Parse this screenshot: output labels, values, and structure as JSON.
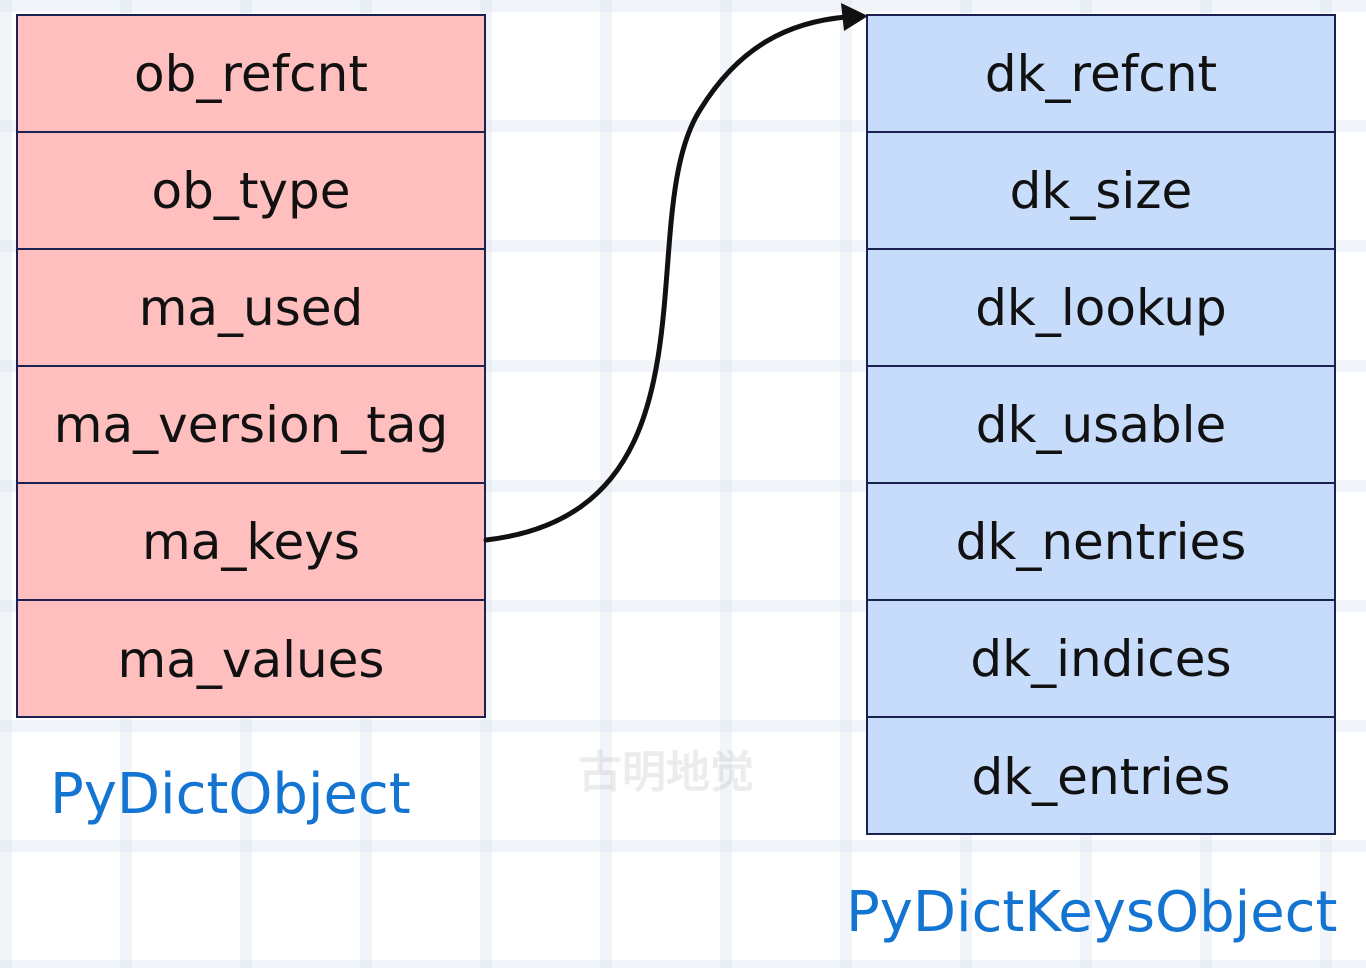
{
  "py_dict_object": {
    "label": "PyDictObject",
    "fields": [
      "ob_refcnt",
      "ob_type",
      "ma_used",
      "ma_version_tag",
      "ma_keys",
      "ma_values"
    ]
  },
  "py_dict_keys_object": {
    "label": "PyDictKeysObject",
    "fields": [
      "dk_refcnt",
      "dk_size",
      "dk_lookup",
      "dk_usable",
      "dk_nentries",
      "dk_indices",
      "dk_entries"
    ]
  },
  "watermark": "古明地觉",
  "colors": {
    "dict_fill": "#ffbfbf",
    "keys_fill": "#c7dcfb",
    "border": "#1b2150",
    "label": "#1474d1",
    "arrow": "#111111"
  }
}
